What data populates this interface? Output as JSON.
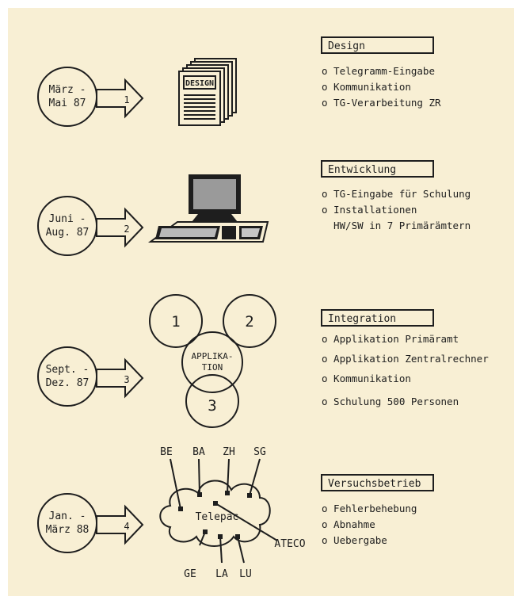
{
  "phases": [
    {
      "number": "1",
      "date_line1": "März -",
      "date_line2": "Mai 87",
      "title": "Design",
      "items": [
        "o Telegramm-Eingabe",
        "o Kommunikation",
        "o TG-Verarbeitung ZR"
      ]
    },
    {
      "number": "2",
      "date_line1": "Juni -",
      "date_line2": "Aug. 87",
      "title": "Entwicklung",
      "items": [
        "o TG-Eingabe für Schulung",
        "o Installationen",
        "HW/SW in 7 Primärämtern"
      ]
    },
    {
      "number": "3",
      "date_line1": "Sept. -",
      "date_line2": "Dez. 87",
      "title": "Integration",
      "items": [
        "o Applikation Primäramt",
        "o Applikation Zentralrechner",
        "o Kommunikation",
        "o Schulung 500 Personen"
      ]
    },
    {
      "number": "4",
      "date_line1": "Jan. -",
      "date_line2": "März 88",
      "title": "Versuchsbetrieb",
      "items": [
        "o Fehlerbehebung",
        "o Abnahme",
        "o Uebergabe"
      ]
    }
  ],
  "design_doc": {
    "label": "DESIGN"
  },
  "integration_circles": {
    "c1": "1",
    "c2": "2",
    "c3": "3",
    "center_line1": "APPLIKA-",
    "center_line2": "TION"
  },
  "network": {
    "cloud_label": "Telepac",
    "nodes": [
      "BE",
      "BA",
      "ZH",
      "SG",
      "GE",
      "LA",
      "LU"
    ],
    "host_label": "ATECO"
  }
}
